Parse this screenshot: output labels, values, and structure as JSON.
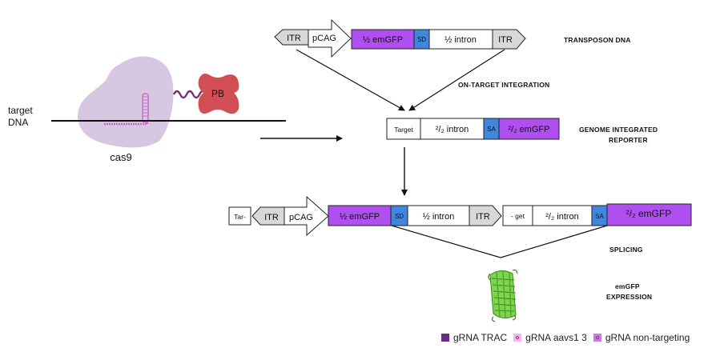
{
  "colors": {
    "purple": "#b04ff0",
    "blue": "#3f86de",
    "grey": "#d8d8d8",
    "pb_red": "#d24e55",
    "cas9": "#d7c7e1",
    "gfp_green": "#55b82c",
    "legend_trac": "#6b2a82",
    "legend_aavs": "#f3b6f0",
    "legend_nontargeting": "#cc7bdc"
  },
  "icons": {
    "protein": "gfp-barrel-icon",
    "transposase": "piggybac-transposase-icon",
    "nuclease": "cas9-blob-icon"
  },
  "left_panel": {
    "target_dna_label_1": "target",
    "target_dna_label_2": "DNA",
    "cas9_label": "cas9",
    "pb_label": "PB"
  },
  "transposon": {
    "itr_left": "ITR",
    "promoter": "pCAG",
    "half_gfp": "½ emGFP",
    "sd": "SD",
    "half_intron": "½ intron",
    "itr_right": "ITR",
    "label": "TRANSPOSON DNA"
  },
  "on_target_label": "ON-TARGET INTEGRATION",
  "reporter": {
    "target": "Target",
    "intron": "²/₂ intron",
    "sa": "SA",
    "gfp": "²/₂ emGFP",
    "label_line1": "GENOME INTEGRATED",
    "label_line2": "REPORTER"
  },
  "integrated": {
    "tar": "Tar-",
    "itr_left": "ITR",
    "promoter": "pCAG",
    "half_gfp": "½ emGFP",
    "sd": "SD",
    "half_intron": "½ intron",
    "itr_right": "ITR",
    "get": "- get",
    "intron2": "²/₂ intron",
    "sa": "SA",
    "gfp2": "²/₂ emGFP"
  },
  "splicing_label": "SPLICING",
  "expression": {
    "line1": "emGFP",
    "line2": "EXPRESSION"
  },
  "legend": [
    {
      "label": "gRNA TRAC",
      "color": "#6b2a82",
      "dotted": false
    },
    {
      "label": "gRNA aavs1 3",
      "color": "#f3b6f0",
      "dotted": true
    },
    {
      "label": "gRNA non-targeting",
      "color": "#cc7bdc",
      "dotted": true
    }
  ]
}
